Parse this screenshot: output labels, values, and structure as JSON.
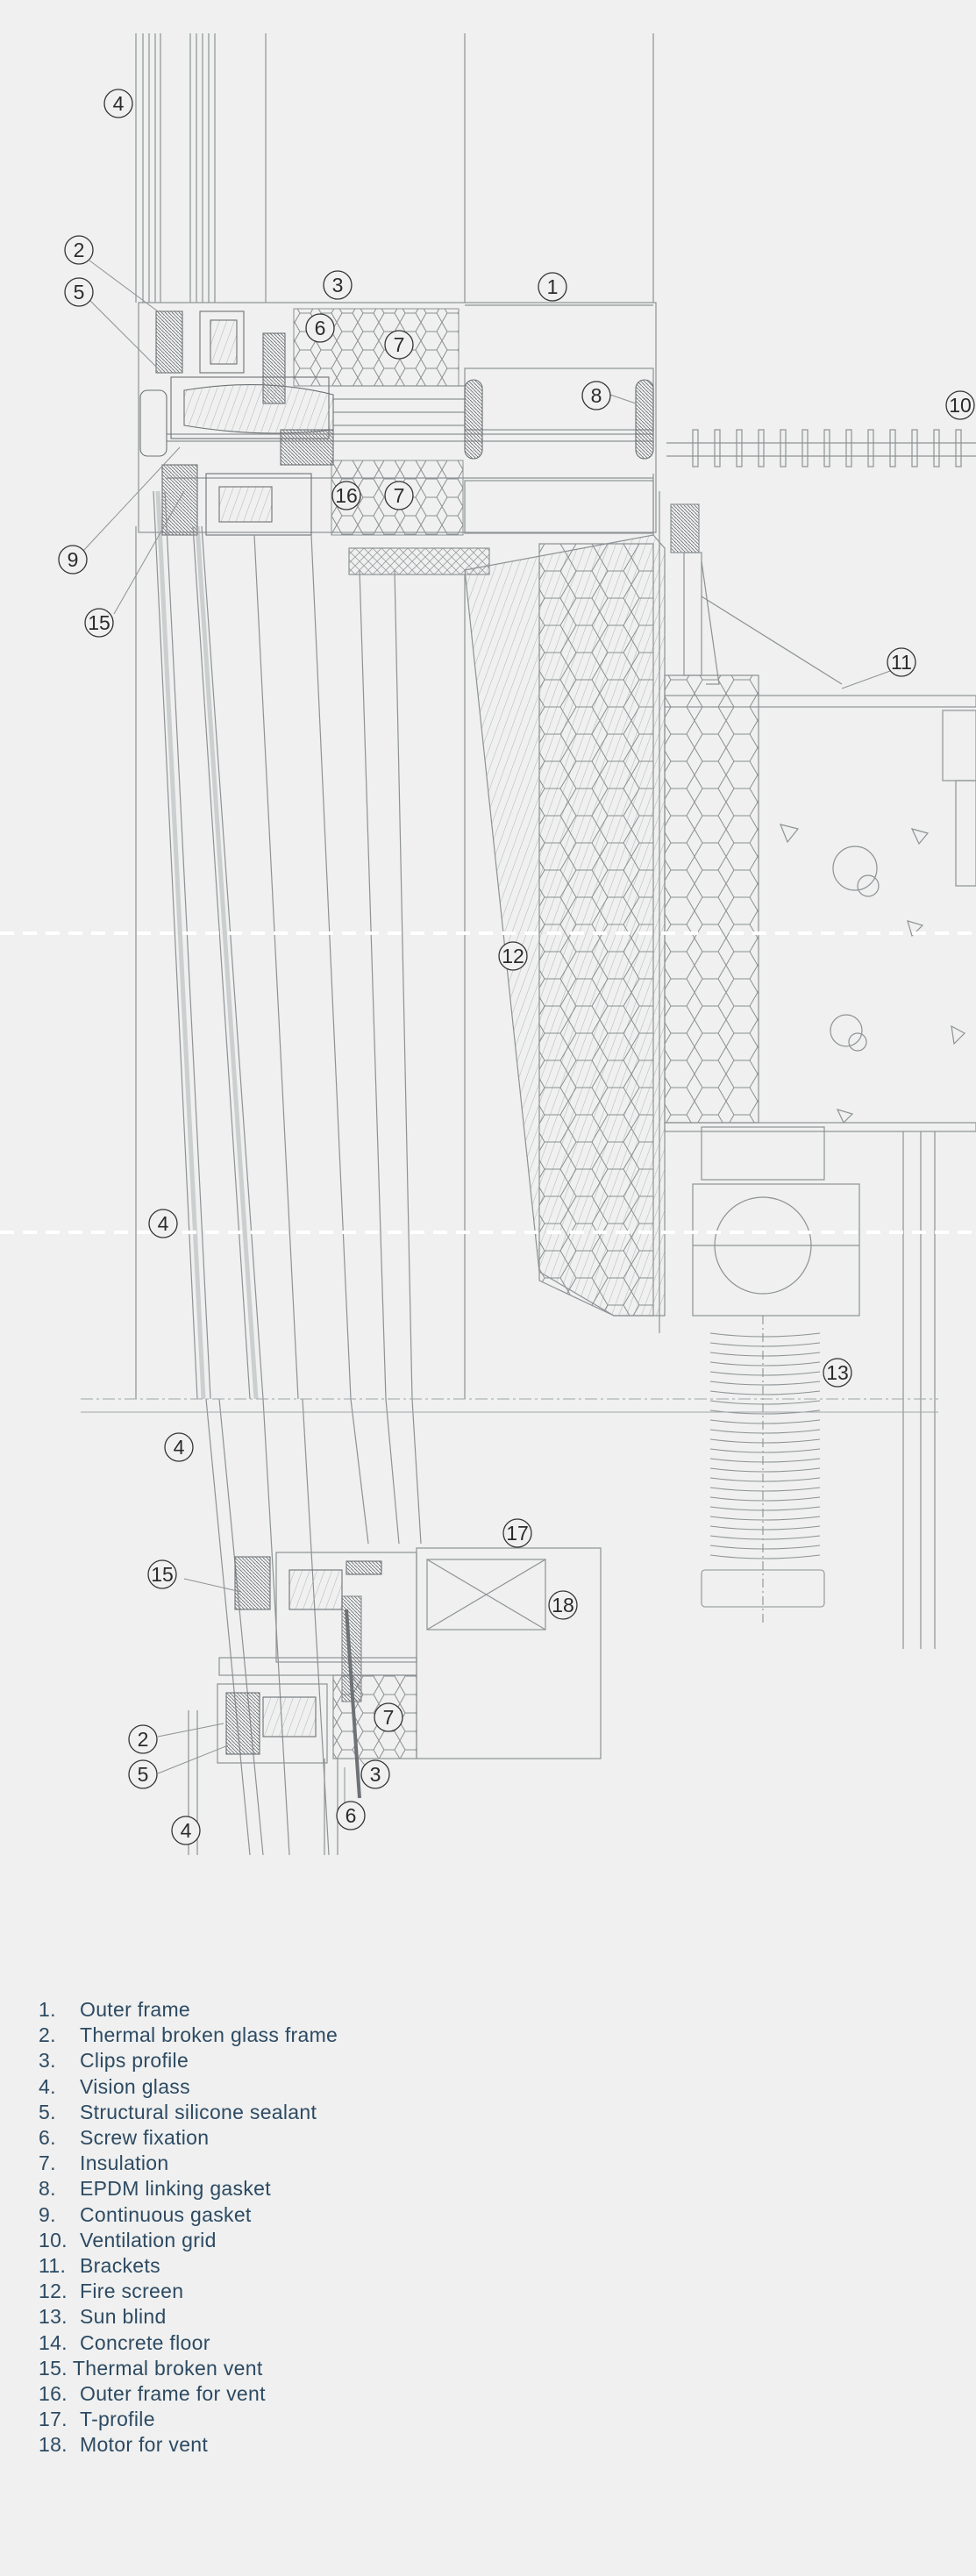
{
  "callouts": {
    "c1": "1",
    "c2": "2",
    "c3": "3",
    "c4": "4",
    "c5": "5",
    "c6": "6",
    "c7": "7",
    "c8": "8",
    "c9": "9",
    "c10": "10",
    "c11": "11",
    "c12": "12",
    "c13": "13",
    "c15": "15",
    "c16": "16",
    "c17": "17",
    "c18": "18"
  },
  "legend": [
    {
      "num": "1.",
      "label": "Outer frame"
    },
    {
      "num": "2.",
      "label": "Thermal broken glass frame"
    },
    {
      "num": "3.",
      "label": "Clips profile"
    },
    {
      "num": "4.",
      "label": "Vision glass"
    },
    {
      "num": "5.",
      "label": "Structural silicone sealant"
    },
    {
      "num": "6.",
      "label": "Screw fixation"
    },
    {
      "num": "7.",
      "label": "Insulation"
    },
    {
      "num": "8.",
      "label": "EPDM linking gasket"
    },
    {
      "num": "9.",
      "label": "Continuous gasket"
    },
    {
      "num": "10.",
      "label": "Ventilation grid"
    },
    {
      "num": "11.",
      "label": "Brackets"
    },
    {
      "num": "12.",
      "label": "Fire screen"
    },
    {
      "num": "13.",
      "label": "Sun blind"
    },
    {
      "num": "14.",
      "label": "Concrete floor"
    },
    {
      "num": "15.",
      "label": "Thermal broken vent"
    },
    {
      "num": "16.",
      "label": "Outer frame for vent"
    },
    {
      "num": "17.",
      "label": "T-profile"
    },
    {
      "num": "18.",
      "label": "Motor for vent"
    }
  ]
}
